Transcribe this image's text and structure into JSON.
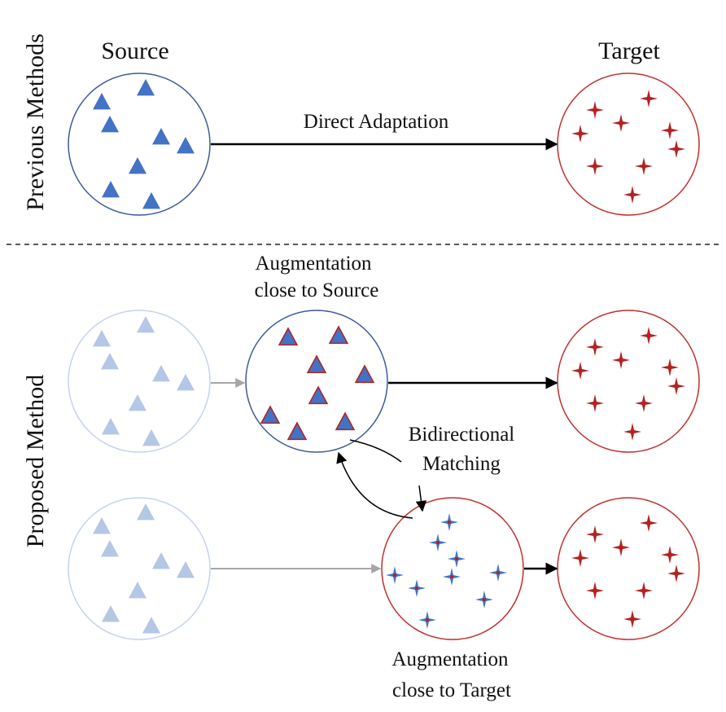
{
  "labels": {
    "row_previous": "Previous Methods",
    "row_proposed": "Proposed Method",
    "source": "Source",
    "target": "Target",
    "direct_adaptation": "Direct Adaptation",
    "aug_source_line1": "Augmentation",
    "aug_source_line2": "close to Source",
    "aug_target_line1": "Augmentation",
    "aug_target_line2": "close to Target",
    "bidirectional_line1": "Bidirectional",
    "bidirectional_line2": "Matching"
  },
  "colors": {
    "source_blue": "#4472c4",
    "source_circle": "#3d5a99",
    "faded_blue": "#b4c7e7",
    "faded_circle": "#c5d3ee",
    "target_red": "#b22222",
    "target_circle": "#c0302c",
    "arrow_black": "#000000",
    "arrow_gray": "#a6a6a6"
  },
  "nodes": [
    {
      "id": "prev-source",
      "kind": "source"
    },
    {
      "id": "prev-target",
      "kind": "target"
    },
    {
      "id": "prop-source-1",
      "kind": "faded-source"
    },
    {
      "id": "prop-aug-source",
      "kind": "augmented-source"
    },
    {
      "id": "prop-target-1",
      "kind": "target"
    },
    {
      "id": "prop-source-2",
      "kind": "faded-source"
    },
    {
      "id": "prop-aug-target",
      "kind": "augmented-target"
    },
    {
      "id": "prop-target-2",
      "kind": "target"
    }
  ],
  "edges": [
    {
      "from": "prev-source",
      "to": "prev-target",
      "label": "Direct Adaptation",
      "style": "black"
    },
    {
      "from": "prop-source-1",
      "to": "prop-aug-source",
      "style": "gray"
    },
    {
      "from": "prop-aug-source",
      "to": "prop-target-1",
      "style": "black"
    },
    {
      "from": "prop-source-2",
      "to": "prop-aug-target",
      "style": "gray"
    },
    {
      "from": "prop-aug-target",
      "to": "prop-target-2",
      "style": "black"
    },
    {
      "from": "prop-aug-target",
      "to": "prop-aug-source",
      "label": "Bidirectional Matching",
      "style": "curved"
    }
  ]
}
